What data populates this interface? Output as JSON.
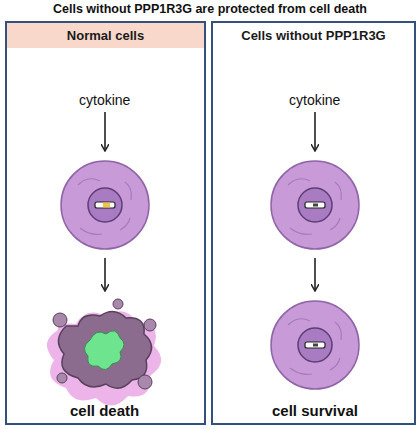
{
  "diagram": {
    "title": "Cells without PPP1R3G are protected from cell death",
    "nodes": [
      {
        "text": [
          "Normal cells"
        ]
      },
      {
        "text": [
          "Cells without PPP1R3G"
        ]
      }
    ],
    "labels": [
      "cytokine",
      "cell death",
      "cytokine",
      "cell survival"
    ]
  }
}
